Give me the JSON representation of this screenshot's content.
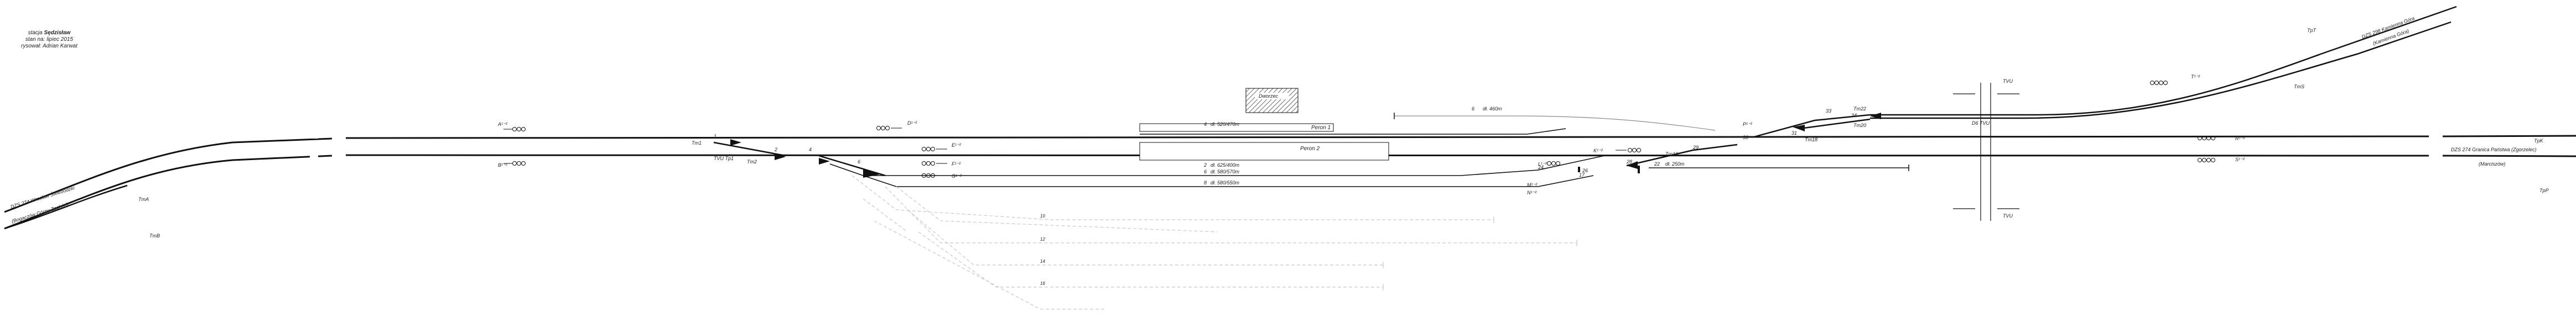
{
  "header": {
    "station_prefix": "stacja",
    "station_name": "Sędzisław",
    "state": "stan na: lipiec 2015",
    "author": "rysował: Adrian Karwat"
  },
  "buildings": {
    "station_building": "Dworzec",
    "platform_1": "Peron 1",
    "platform_2": "Peron 2"
  },
  "lines": {
    "left_upper": "DZS 274 Wrocław Świebodzki",
    "left_lower": "(Bogaczów Górny Zachód)",
    "right_top_upper": "DZS 298 Kamienna Góra",
    "right_top_lower": "(Kamienna Góra)",
    "right_mid_upper": "DZS 274 Granica Państwa (Zgorzelec)",
    "right_mid_lower": "(Marciszów)"
  },
  "track_lengths": {
    "t4": "dł. 520/470m",
    "t2": "dł. 625/400m",
    "t6": "dł. 580/570m",
    "t8": "dł. 580/550m",
    "t6_spur": "dł. 460m",
    "t22": "dł. 250m"
  },
  "track_numbers": {
    "t4": "4",
    "t1": "1",
    "t2": "2",
    "t6": "6",
    "t8": "8",
    "t6_spur": "6",
    "t22": "22",
    "tr_far_right": "3",
    "gray_10": "10",
    "gray_12": "12",
    "gray_14": "14",
    "gray_16": "16"
  },
  "switches": {
    "s1": "1",
    "s2": "2",
    "s4": "4",
    "s6": "6",
    "s17": "17",
    "s24": "24",
    "s26": "26",
    "s28": "28",
    "s29": "29",
    "s30": "30",
    "s31": "31",
    "s33": "33",
    "s34": "34"
  },
  "signals": {
    "A": "A¹⁻²",
    "B": "B¹⁻²",
    "D": "D¹⁻²",
    "E": "E¹⁻²",
    "F": "F¹⁻²",
    "G": "G¹⁻²",
    "K": "K¹⁻²",
    "L": "L¹⁻²",
    "M": "M¹⁻²",
    "N": "N¹⁻²",
    "P": "P¹⁻²",
    "R": "R¹⁻²",
    "S": "S¹⁻²",
    "T": "T¹⁻²"
  },
  "blocks": {
    "TmA": "TmA",
    "TmB": "TmB",
    "Tm1": "Tm1",
    "Tm2": "Tm2",
    "TVU_left": "TVU Tp1",
    "Tm22": "Tm22",
    "Tm20": "Tm20",
    "Tm18": "Tm18",
    "Tm16": "Tm16",
    "TVU_right": "D6 TVU",
    "TVU_cross1": "TVU",
    "TVU_cross2": "TVU",
    "TpT": "TpT",
    "TmS": "TmS",
    "TpK": "TpK",
    "TpP": "TpP"
  },
  "colors": {
    "track": "#111111",
    "secondary_track": "#8a8a8a",
    "faded_track": "#c8c8c8"
  }
}
